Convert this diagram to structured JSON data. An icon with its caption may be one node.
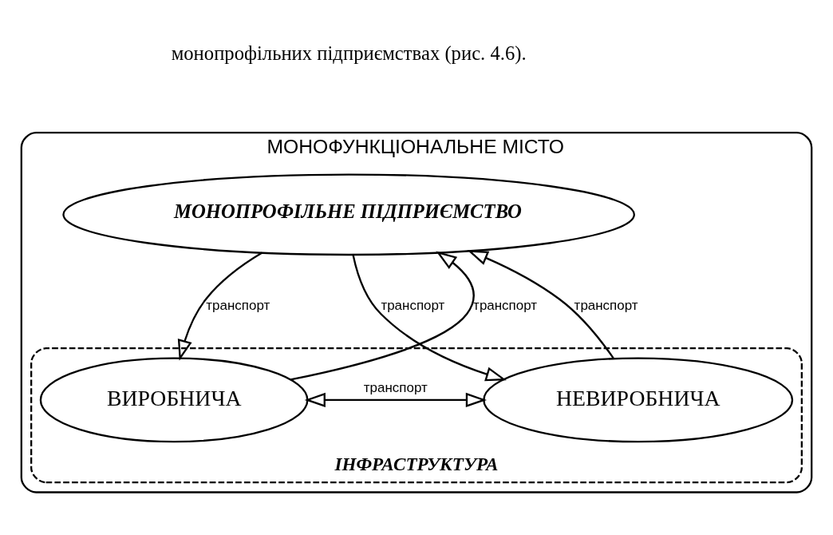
{
  "diagram": {
    "nodes": [
      {
        "text": [
          "МОНОФУНКЦІОНАЛЬНЕ МІСТО"
        ]
      },
      {
        "text": [
          "МОНОПРОФІЛЬНЕ ПІДПРИЄМСТВО"
        ],
        "in": 0
      },
      {
        "text": [
          "ІНФРАСТРУКТУРА"
        ],
        "in": 0
      },
      {
        "text": [
          "ВИРОБНИЧА"
        ],
        "in": 2
      },
      {
        "text": [
          "НЕВИРОБНИЧА"
        ],
        "in": 2
      }
    ],
    "edges": [
      {
        "from": 1,
        "to": 3,
        "arrow": "to",
        "label": "транспорт"
      },
      {
        "from": 1,
        "to": 4,
        "arrow": "to",
        "label": "транспорт"
      },
      {
        "from": 3,
        "to": 1,
        "arrow": "to",
        "label": "транспорт"
      },
      {
        "from": 4,
        "to": 1,
        "arrow": "to",
        "label": "транспорт"
      },
      {
        "from": 3,
        "to": 4,
        "arrow": "both",
        "label": "транспорт"
      }
    ],
    "labels": [
      "монопрофільних підприємствах (рис. 4.6)."
    ]
  }
}
